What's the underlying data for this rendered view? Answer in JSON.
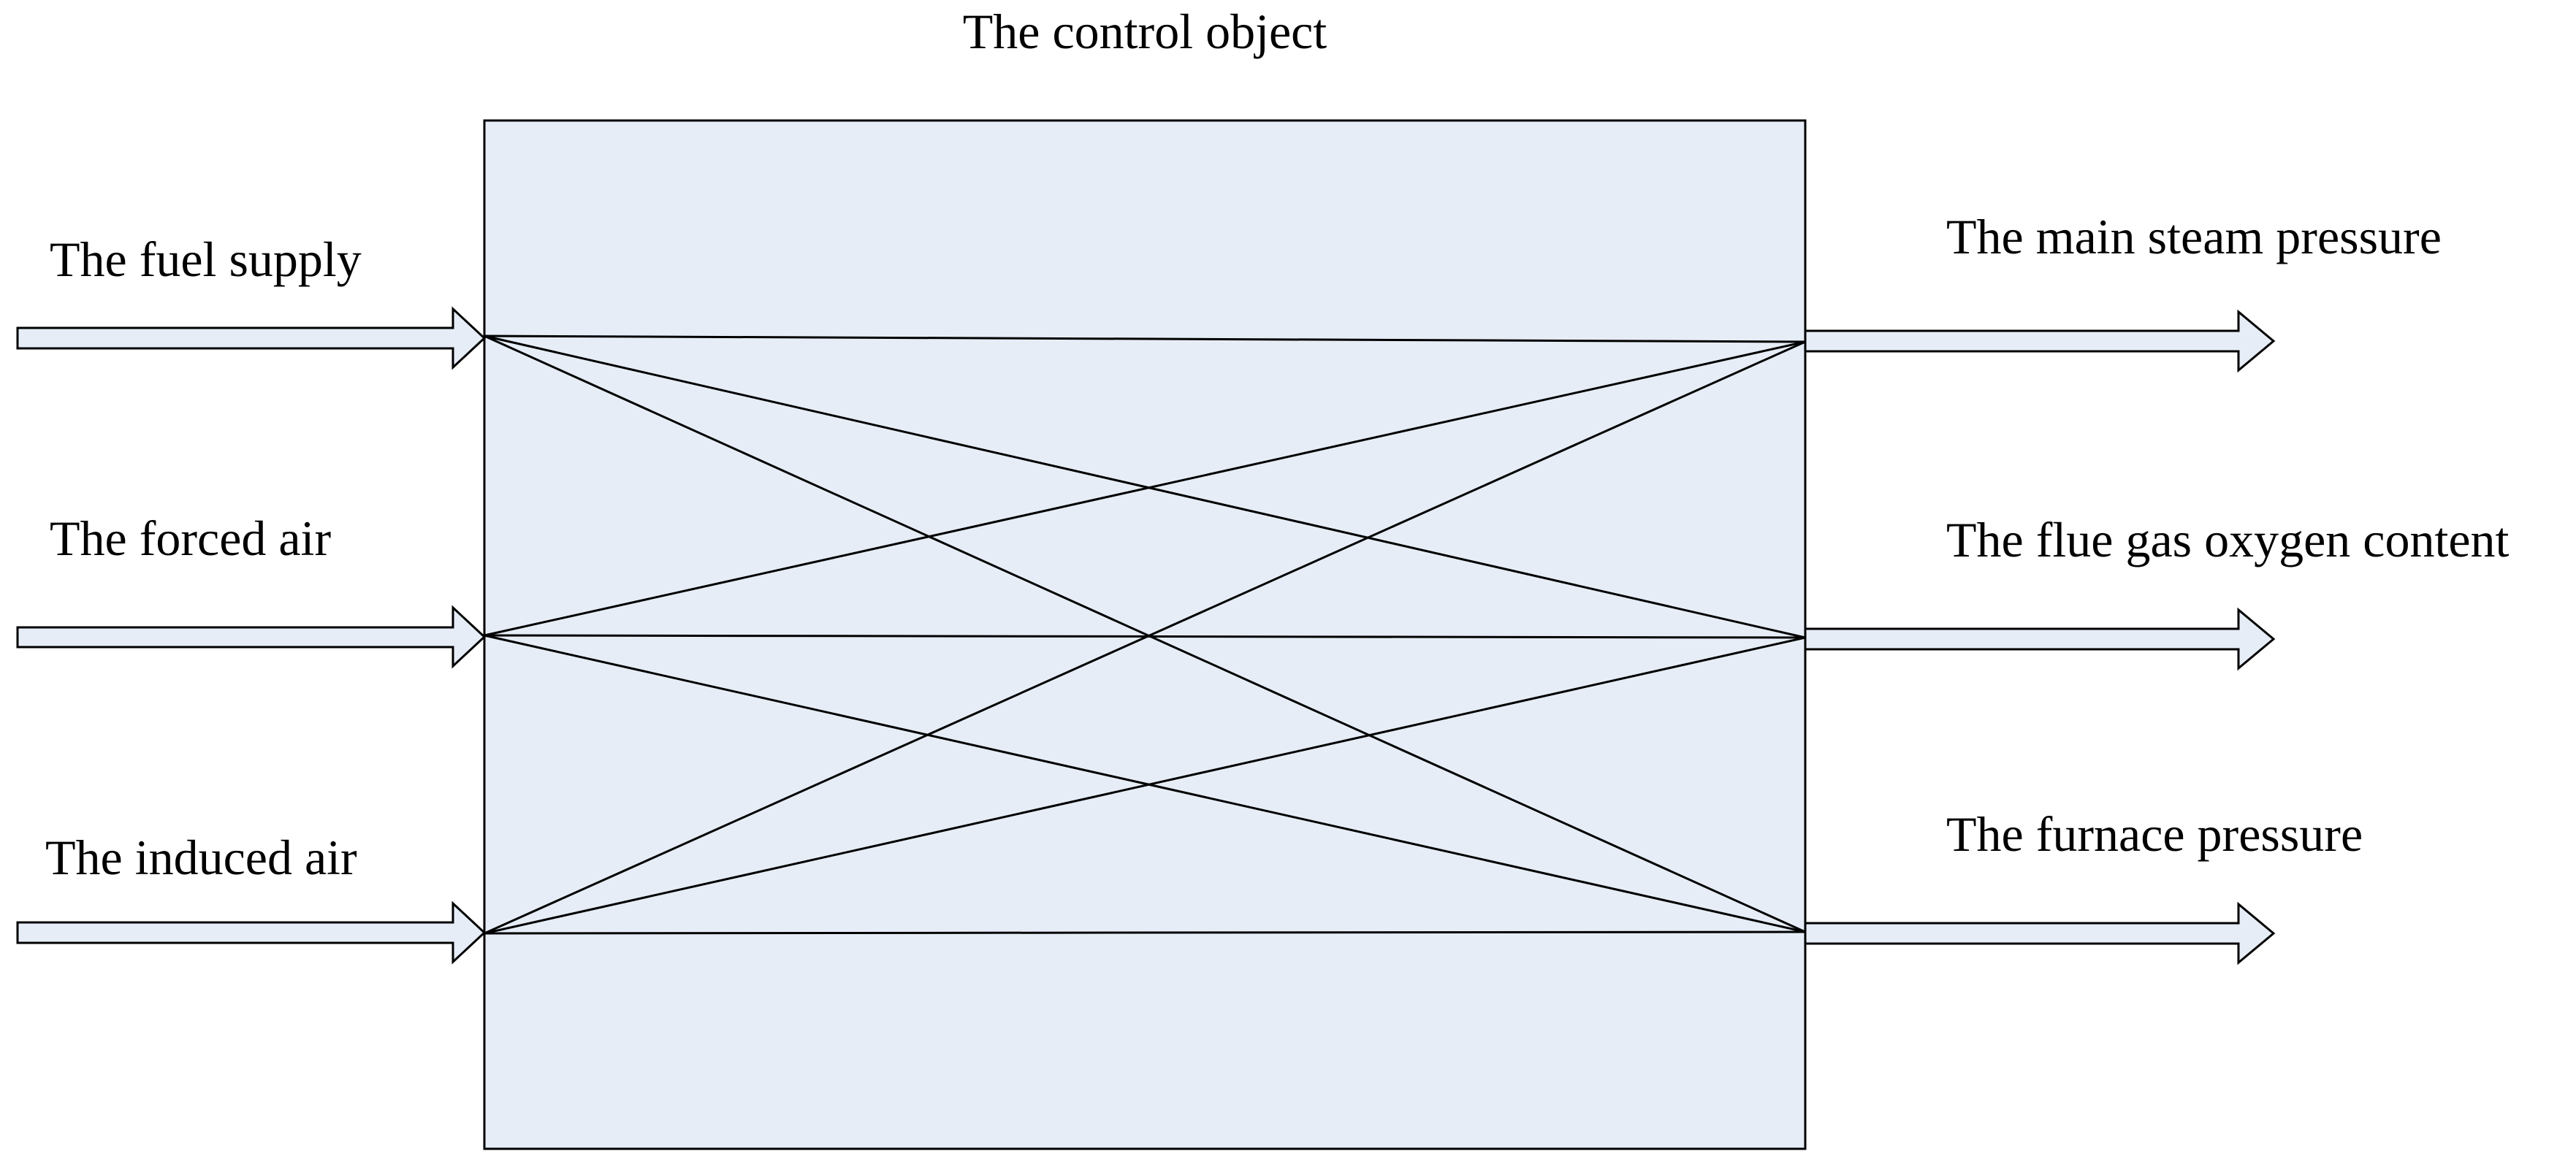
{
  "title": "The control object",
  "inputs": [
    {
      "label": "The fuel supply"
    },
    {
      "label": "The forced air"
    },
    {
      "label": "The induced air"
    }
  ],
  "outputs": [
    {
      "label": "The main steam pressure"
    },
    {
      "label": "The flue gas oxygen content"
    },
    {
      "label": "The furnace pressure"
    }
  ],
  "colors": {
    "box_fill": "#e6edf7",
    "arrow_fill": "#e6edf7",
    "stroke": "#000000"
  }
}
